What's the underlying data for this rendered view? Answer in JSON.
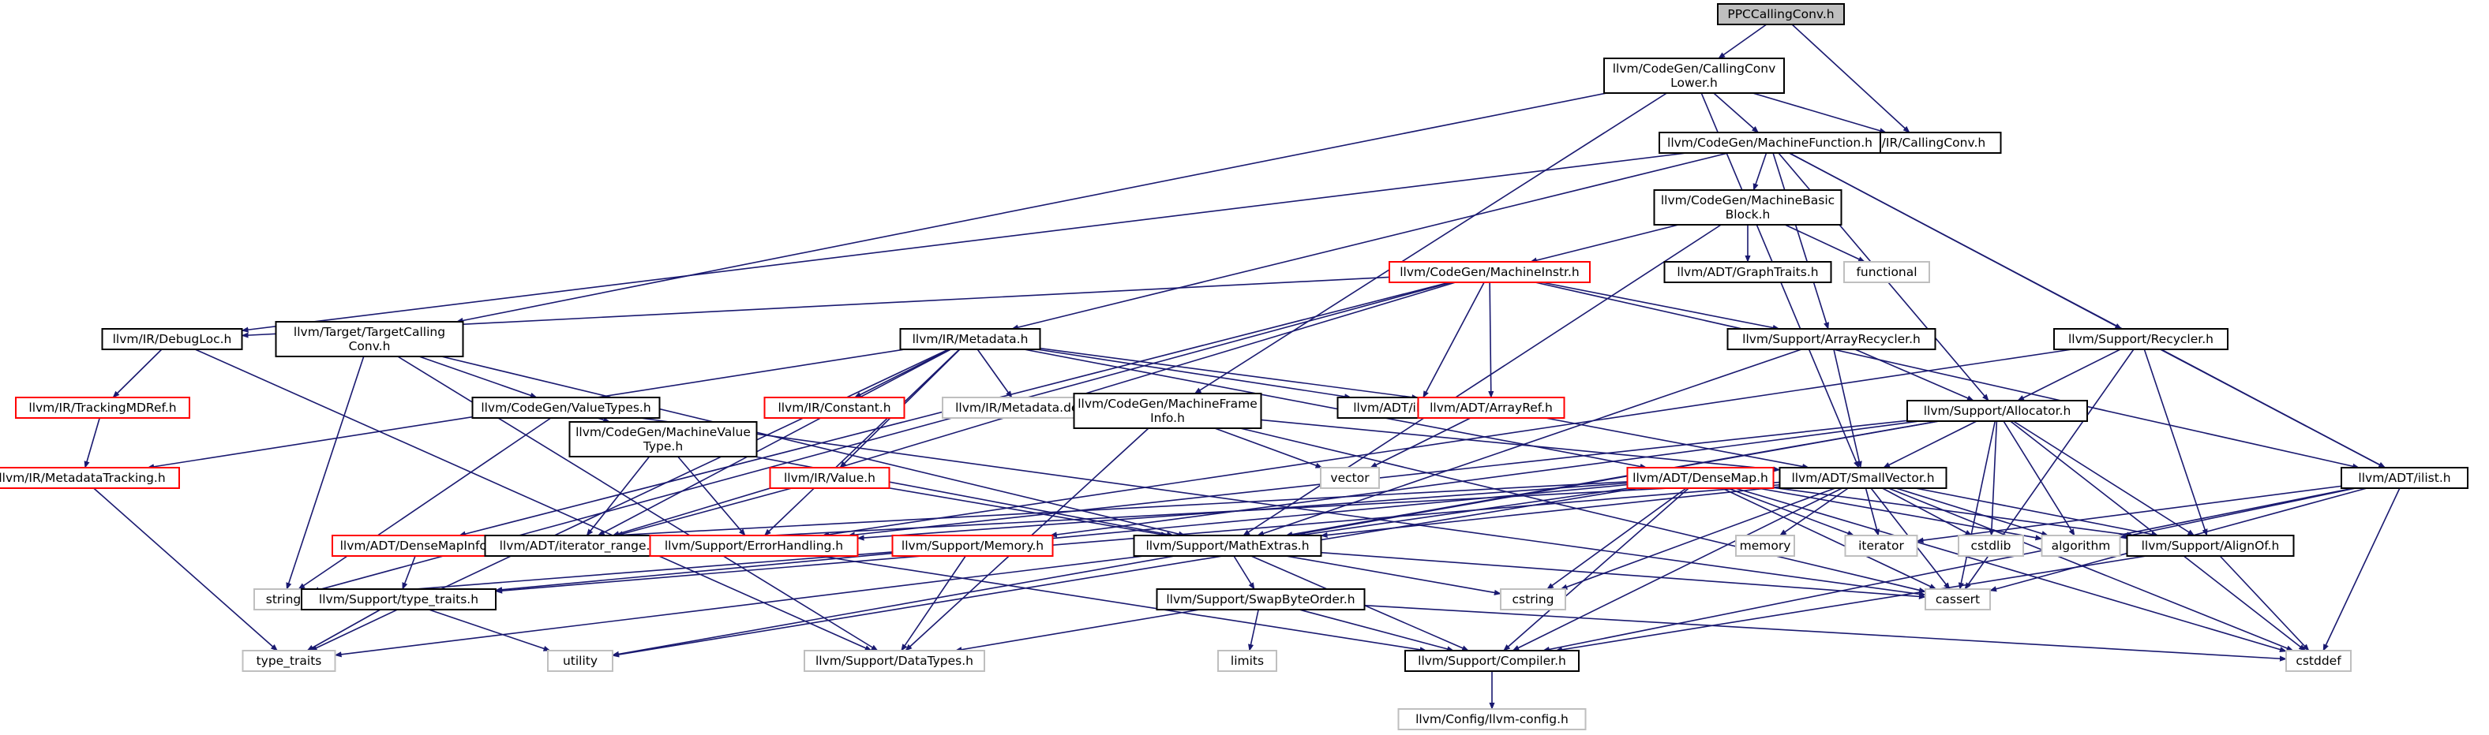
{
  "colors": {
    "edge": "#191970",
    "node_border_default": "#000000",
    "node_border_incomplete": "#ff0000",
    "node_border_system": "#bfbfbf",
    "node_fill": "#ffffff",
    "root_fill": "#bfbfbf"
  },
  "nodes": [
    {
      "id": "root",
      "lines": [
        "PPCCallingConv.h"
      ],
      "kind": "root"
    },
    {
      "id": "cclower",
      "lines": [
        "llvm/CodeGen/CallingConv",
        "Lower.h"
      ],
      "kind": "normal"
    },
    {
      "id": "irccv",
      "lines": [
        "llvm/IR/CallingConv.h"
      ],
      "kind": "normal"
    },
    {
      "id": "mf",
      "lines": [
        "llvm/CodeGen/MachineFunction.h"
      ],
      "kind": "normal"
    },
    {
      "id": "mbb",
      "lines": [
        "llvm/CodeGen/MachineBasic",
        "Block.h"
      ],
      "kind": "normal"
    },
    {
      "id": "graphtraits",
      "lines": [
        "llvm/ADT/GraphTraits.h"
      ],
      "kind": "normal"
    },
    {
      "id": "functional",
      "lines": [
        "functional"
      ],
      "kind": "system"
    },
    {
      "id": "minstr",
      "lines": [
        "llvm/CodeGen/MachineInstr.h"
      ],
      "kind": "incomplete"
    },
    {
      "id": "debugloc",
      "lines": [
        "llvm/IR/DebugLoc.h"
      ],
      "kind": "normal"
    },
    {
      "id": "tcconv",
      "lines": [
        "llvm/Target/TargetCalling",
        "Conv.h"
      ],
      "kind": "normal"
    },
    {
      "id": "metadata",
      "lines": [
        "llvm/IR/Metadata.h"
      ],
      "kind": "normal"
    },
    {
      "id": "arrayrec",
      "lines": [
        "llvm/Support/ArrayRecycler.h"
      ],
      "kind": "normal"
    },
    {
      "id": "recycler",
      "lines": [
        "llvm/Support/Recycler.h"
      ],
      "kind": "normal"
    },
    {
      "id": "trackmdref",
      "lines": [
        "llvm/IR/TrackingMDRef.h"
      ],
      "kind": "incomplete"
    },
    {
      "id": "mdtrack",
      "lines": [
        "llvm/IR/MetadataTracking.h"
      ],
      "kind": "incomplete"
    },
    {
      "id": "valuetypes",
      "lines": [
        "llvm/CodeGen/ValueTypes.h"
      ],
      "kind": "normal"
    },
    {
      "id": "mvt",
      "lines": [
        "llvm/CodeGen/MachineValue",
        "Type.h"
      ],
      "kind": "normal"
    },
    {
      "id": "constant",
      "lines": [
        "llvm/IR/Constant.h"
      ],
      "kind": "incomplete"
    },
    {
      "id": "mddef",
      "lines": [
        "llvm/IR/Metadata.def"
      ],
      "kind": "system"
    },
    {
      "id": "irvalue",
      "lines": [
        "llvm/IR/Value.h"
      ],
      "kind": "incomplete"
    },
    {
      "id": "mfi",
      "lines": [
        "llvm/CodeGen/MachineFrame",
        "Info.h"
      ],
      "kind": "normal"
    },
    {
      "id": "ilistnode",
      "lines": [
        "llvm/ADT/ilist_node.h"
      ],
      "kind": "normal"
    },
    {
      "id": "arrayref",
      "lines": [
        "llvm/ADT/ArrayRef.h"
      ],
      "kind": "incomplete"
    },
    {
      "id": "vector",
      "lines": [
        "vector"
      ],
      "kind": "system"
    },
    {
      "id": "allocator",
      "lines": [
        "llvm/Support/Allocator.h"
      ],
      "kind": "normal"
    },
    {
      "id": "densemap",
      "lines": [
        "llvm/ADT/DenseMap.h"
      ],
      "kind": "incomplete"
    },
    {
      "id": "smallvec",
      "lines": [
        "llvm/ADT/SmallVector.h"
      ],
      "kind": "normal"
    },
    {
      "id": "ilist",
      "lines": [
        "llvm/ADT/ilist.h"
      ],
      "kind": "normal"
    },
    {
      "id": "dmapinfo",
      "lines": [
        "llvm/ADT/DenseMapInfo.h"
      ],
      "kind": "incomplete"
    },
    {
      "id": "iterrange",
      "lines": [
        "llvm/ADT/iterator_range.h"
      ],
      "kind": "normal"
    },
    {
      "id": "errhandle",
      "lines": [
        "llvm/Support/ErrorHandling.h"
      ],
      "kind": "incomplete"
    },
    {
      "id": "memory",
      "lines": [
        "llvm/Support/Memory.h"
      ],
      "kind": "incomplete"
    },
    {
      "id": "mathextras",
      "lines": [
        "llvm/Support/MathExtras.h"
      ],
      "kind": "normal"
    },
    {
      "id": "memory_sys",
      "lines": [
        "memory"
      ],
      "kind": "system"
    },
    {
      "id": "iterator",
      "lines": [
        "iterator"
      ],
      "kind": "system"
    },
    {
      "id": "cstdlib",
      "lines": [
        "cstdlib"
      ],
      "kind": "system"
    },
    {
      "id": "algorithm",
      "lines": [
        "algorithm"
      ],
      "kind": "system"
    },
    {
      "id": "alignof",
      "lines": [
        "llvm/Support/AlignOf.h"
      ],
      "kind": "normal"
    },
    {
      "id": "string",
      "lines": [
        "string"
      ],
      "kind": "system"
    },
    {
      "id": "typetraits_h",
      "lines": [
        "llvm/Support/type_traits.h"
      ],
      "kind": "normal"
    },
    {
      "id": "swapbyte",
      "lines": [
        "llvm/Support/SwapByteOrder.h"
      ],
      "kind": "normal"
    },
    {
      "id": "cstring",
      "lines": [
        "cstring"
      ],
      "kind": "system"
    },
    {
      "id": "cassert",
      "lines": [
        "cassert"
      ],
      "kind": "system"
    },
    {
      "id": "type_traits",
      "lines": [
        "type_traits"
      ],
      "kind": "system"
    },
    {
      "id": "utility",
      "lines": [
        "utility"
      ],
      "kind": "system"
    },
    {
      "id": "datatypes",
      "lines": [
        "llvm/Support/DataTypes.h"
      ],
      "kind": "system"
    },
    {
      "id": "limits",
      "lines": [
        "limits"
      ],
      "kind": "system"
    },
    {
      "id": "compiler",
      "lines": [
        "llvm/Support/Compiler.h"
      ],
      "kind": "normal"
    },
    {
      "id": "cstddef",
      "lines": [
        "cstddef"
      ],
      "kind": "system"
    },
    {
      "id": "llvmconfig",
      "lines": [
        "llvm/Config/llvm-config.h"
      ],
      "kind": "system"
    }
  ],
  "edges": [
    [
      "root",
      "cclower"
    ],
    [
      "root",
      "irccv"
    ],
    [
      "cclower",
      "irccv"
    ],
    [
      "cclower",
      "mf"
    ],
    [
      "cclower",
      "tcconv"
    ],
    [
      "cclower",
      "mfi"
    ],
    [
      "cclower",
      "smallvec"
    ],
    [
      "mf",
      "mbb"
    ],
    [
      "mf",
      "debugloc"
    ],
    [
      "mf",
      "metadata"
    ],
    [
      "mf",
      "arrayrec"
    ],
    [
      "mf",
      "recycler"
    ],
    [
      "mf",
      "allocator"
    ],
    [
      "mf",
      "ilist"
    ],
    [
      "mbb",
      "graphtraits"
    ],
    [
      "mbb",
      "functional"
    ],
    [
      "mbb",
      "minstr"
    ],
    [
      "mbb",
      "mathextras"
    ],
    [
      "minstr",
      "debugloc"
    ],
    [
      "minstr",
      "arrayref"
    ],
    [
      "minstr",
      "ilistnode"
    ],
    [
      "minstr",
      "arrayrec"
    ],
    [
      "minstr",
      "ilist"
    ],
    [
      "minstr",
      "iterrange"
    ],
    [
      "minstr",
      "dmapinfo"
    ],
    [
      "minstr",
      "string"
    ],
    [
      "debugloc",
      "trackmdref"
    ],
    [
      "debugloc",
      "datatypes"
    ],
    [
      "trackmdref",
      "mdtrack"
    ],
    [
      "mdtrack",
      "type_traits"
    ],
    [
      "tcconv",
      "valuetypes"
    ],
    [
      "tcconv",
      "string"
    ],
    [
      "tcconv",
      "mathextras"
    ],
    [
      "tcconv",
      "datatypes"
    ],
    [
      "metadata",
      "mdtrack"
    ],
    [
      "metadata",
      "constant"
    ],
    [
      "metadata",
      "mddef"
    ],
    [
      "metadata",
      "irvalue"
    ],
    [
      "metadata",
      "ilistnode"
    ],
    [
      "metadata",
      "arrayref"
    ],
    [
      "metadata",
      "densemap"
    ],
    [
      "metadata",
      "iterrange"
    ],
    [
      "metadata",
      "errhandle"
    ],
    [
      "metadata",
      "type_traits"
    ],
    [
      "valuetypes",
      "mvt"
    ],
    [
      "valuetypes",
      "string"
    ],
    [
      "valuetypes",
      "cassert"
    ],
    [
      "mvt",
      "iterrange"
    ],
    [
      "mvt",
      "errhandle"
    ],
    [
      "mvt",
      "mathextras"
    ],
    [
      "irvalue",
      "iterrange"
    ],
    [
      "irvalue",
      "mathextras"
    ],
    [
      "mfi",
      "vector"
    ],
    [
      "mfi",
      "smallvec"
    ],
    [
      "mfi",
      "datatypes"
    ],
    [
      "mfi",
      "cassert"
    ],
    [
      "arrayrec",
      "smallvec"
    ],
    [
      "arrayrec",
      "allocator"
    ],
    [
      "arrayrec",
      "mathextras"
    ],
    [
      "recycler",
      "allocator"
    ],
    [
      "recycler",
      "alignof"
    ],
    [
      "recycler",
      "ilist"
    ],
    [
      "recycler",
      "errhandle"
    ],
    [
      "recycler",
      "cassert"
    ],
    [
      "arrayref",
      "vector"
    ],
    [
      "arrayref",
      "smallvec"
    ],
    [
      "allocator",
      "smallvec"
    ],
    [
      "allocator",
      "alignof"
    ],
    [
      "allocator",
      "mathextras"
    ],
    [
      "allocator",
      "errhandle"
    ],
    [
      "allocator",
      "memory"
    ],
    [
      "allocator",
      "cstdlib"
    ],
    [
      "allocator",
      "algorithm"
    ],
    [
      "allocator",
      "cassert"
    ],
    [
      "allocator",
      "cstddef"
    ],
    [
      "allocator",
      "utility"
    ],
    [
      "densemap",
      "dmapinfo"
    ],
    [
      "densemap",
      "mathextras"
    ],
    [
      "densemap",
      "typetraits_h"
    ],
    [
      "densemap",
      "iterator"
    ],
    [
      "densemap",
      "algorithm"
    ],
    [
      "densemap",
      "cassert"
    ],
    [
      "densemap",
      "cstring"
    ],
    [
      "densemap",
      "compiler"
    ],
    [
      "densemap",
      "cstddef"
    ],
    [
      "densemap",
      "utility"
    ],
    [
      "densemap",
      "alignof"
    ],
    [
      "densemap",
      "errhandle"
    ],
    [
      "smallvec",
      "iterrange"
    ],
    [
      "smallvec",
      "alignof"
    ],
    [
      "smallvec",
      "compiler"
    ],
    [
      "smallvec",
      "mathextras"
    ],
    [
      "smallvec",
      "typetraits_h"
    ],
    [
      "smallvec",
      "memory_sys"
    ],
    [
      "smallvec",
      "iterator"
    ],
    [
      "smallvec",
      "cstdlib"
    ],
    [
      "smallvec",
      "algorithm"
    ],
    [
      "smallvec",
      "cassert"
    ],
    [
      "smallvec",
      "cstring"
    ],
    [
      "smallvec",
      "cstddef"
    ],
    [
      "ilist",
      "iterator"
    ],
    [
      "ilist",
      "algorithm"
    ],
    [
      "ilist",
      "cassert"
    ],
    [
      "ilist",
      "cstddef"
    ],
    [
      "ilist",
      "compiler"
    ],
    [
      "dmapinfo",
      "typetraits_h"
    ],
    [
      "errhandle",
      "compiler"
    ],
    [
      "memory",
      "datatypes"
    ],
    [
      "memory",
      "string"
    ],
    [
      "mathextras",
      "compiler"
    ],
    [
      "mathextras",
      "swapbyte"
    ],
    [
      "mathextras",
      "cstring"
    ],
    [
      "mathextras",
      "cassert"
    ],
    [
      "mathextras",
      "type_traits"
    ],
    [
      "alignof",
      "compiler"
    ],
    [
      "alignof",
      "cstddef"
    ],
    [
      "typetraits_h",
      "type_traits"
    ],
    [
      "typetraits_h",
      "utility"
    ],
    [
      "swapbyte",
      "compiler"
    ],
    [
      "swapbyte",
      "datatypes"
    ],
    [
      "swapbyte",
      "cstddef"
    ],
    [
      "swapbyte",
      "limits"
    ],
    [
      "compiler",
      "llvmconfig"
    ]
  ]
}
